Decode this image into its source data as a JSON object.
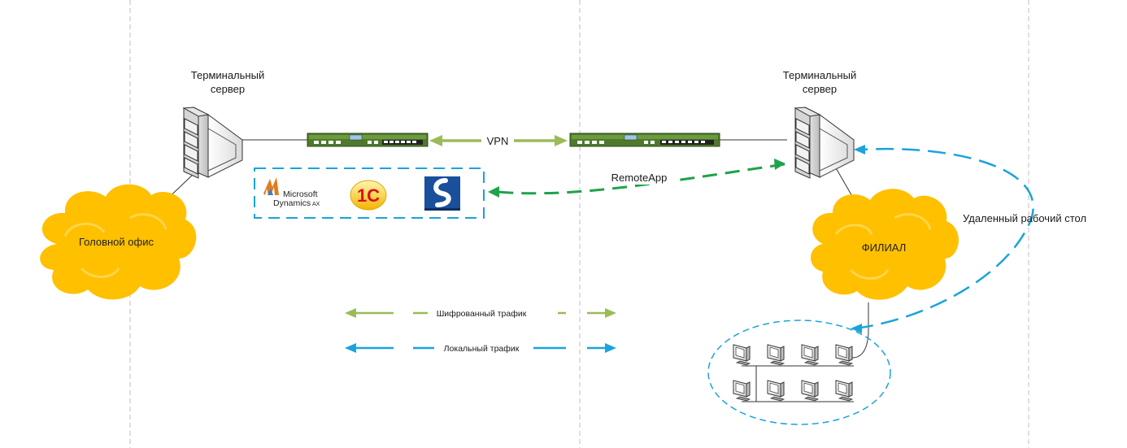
{
  "diagram": {
    "left_server": {
      "label_line1": "Терминальный",
      "label_line2": "сервер"
    },
    "right_server": {
      "label_line1": "Терминальный",
      "label_line2": "сервер"
    },
    "left_cloud": {
      "label": "Головной офис"
    },
    "right_cloud": {
      "label": "ФИЛИАЛ"
    },
    "vpn": {
      "label": "VPN"
    },
    "remoteapp": {
      "label": "RemoteApp"
    },
    "remote_desktop": {
      "label": "Удаленный рабочий стол"
    },
    "apps": {
      "dynamics_line1": "Microsoft",
      "dynamics_line2": "Dynamics",
      "dynamics_suffix": "AX",
      "onec_label": "1С"
    },
    "legend": {
      "encrypted": "Шифрованный трафик",
      "local": "Локальный трафик"
    },
    "colors": {
      "encrypted": "#9BBB59",
      "local": "#1AA3DC",
      "remoteapp": "#1EA34A",
      "cloud": "#FFC000",
      "router": "#4F7A2C",
      "divider": "#BFBFBF"
    }
  }
}
